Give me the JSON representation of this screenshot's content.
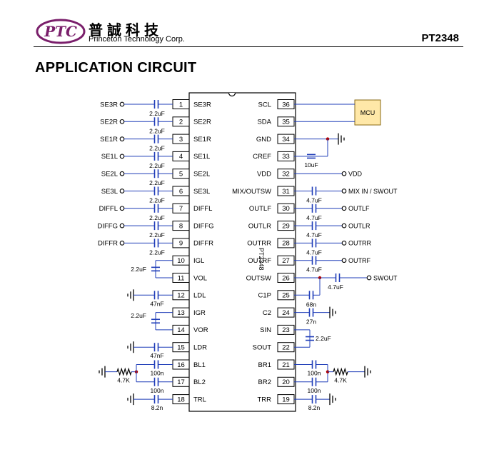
{
  "header": {
    "logo_text": "PTC",
    "company_cn": "普誠科技",
    "company_en": "Princeton Technology Corp.",
    "part_number": "PT2348"
  },
  "section_title": "APPLICATION CIRCUIT",
  "chip": {
    "name": "PT2348",
    "left_pins": [
      {
        "num": "1",
        "name": "SE3R"
      },
      {
        "num": "2",
        "name": "SE2R"
      },
      {
        "num": "3",
        "name": "SE1R"
      },
      {
        "num": "4",
        "name": "SE1L"
      },
      {
        "num": "5",
        "name": "SE2L"
      },
      {
        "num": "6",
        "name": "SE3L"
      },
      {
        "num": "7",
        "name": "DIFFL"
      },
      {
        "num": "8",
        "name": "DIFFG"
      },
      {
        "num": "9",
        "name": "DIFFR"
      },
      {
        "num": "10",
        "name": "IGL"
      },
      {
        "num": "11",
        "name": "VOL"
      },
      {
        "num": "12",
        "name": "LDL"
      },
      {
        "num": "13",
        "name": "IGR"
      },
      {
        "num": "14",
        "name": "VOR"
      },
      {
        "num": "15",
        "name": "LDR"
      },
      {
        "num": "16",
        "name": "BL1"
      },
      {
        "num": "17",
        "name": "BL2"
      },
      {
        "num": "18",
        "name": "TRL"
      }
    ],
    "right_pins": [
      {
        "num": "36",
        "name": "SCL"
      },
      {
        "num": "35",
        "name": "SDA"
      },
      {
        "num": "34",
        "name": "GND"
      },
      {
        "num": "33",
        "name": "CREF"
      },
      {
        "num": "32",
        "name": "VDD"
      },
      {
        "num": "31",
        "name": "MIX/OUTSW"
      },
      {
        "num": "30",
        "name": "OUTLF"
      },
      {
        "num": "29",
        "name": "OUTLR"
      },
      {
        "num": "28",
        "name": "OUTRR"
      },
      {
        "num": "27",
        "name": "OUTRF"
      },
      {
        "num": "26",
        "name": "OUTSW"
      },
      {
        "num": "25",
        "name": "C1P"
      },
      {
        "num": "24",
        "name": "C2"
      },
      {
        "num": "23",
        "name": "SIN"
      },
      {
        "num": "22",
        "name": "SOUT"
      },
      {
        "num": "21",
        "name": "BR1"
      },
      {
        "num": "20",
        "name": "BR2"
      },
      {
        "num": "19",
        "name": "TRR"
      }
    ]
  },
  "inputs": [
    {
      "label": "SE3R",
      "cap": "2.2uF"
    },
    {
      "label": "SE2R",
      "cap": "2.2uF"
    },
    {
      "label": "SE1R",
      "cap": "2.2uF"
    },
    {
      "label": "SE1L",
      "cap": "2.2uF"
    },
    {
      "label": "SE2L",
      "cap": "2.2uF"
    },
    {
      "label": "SE3L",
      "cap": "2.2uF"
    },
    {
      "label": "DIFFL",
      "cap": "2.2uF"
    },
    {
      "label": "DIFFG",
      "cap": "2.2uF"
    },
    {
      "label": "DIFFR",
      "cap": "2.2uF"
    }
  ],
  "outputs": [
    {
      "label": "MIX IN / SWOUT",
      "cap": "4.7uF"
    },
    {
      "label": "OUTLF",
      "cap": "4.7uF"
    },
    {
      "label": "OUTLR",
      "cap": "4.7uF"
    },
    {
      "label": "OUTRR",
      "cap": "4.7uF"
    },
    {
      "label": "OUTRF",
      "cap": "4.7uF"
    }
  ],
  "swout": {
    "label": "SWOUT",
    "cap": "4.7uF"
  },
  "vdd_label": "VDD",
  "mcu_label": "MCU",
  "cref_cap": "10uF",
  "left_components": {
    "vol_cap": "2.2uF",
    "ldl_cap": "47nF",
    "vor_cap": "2.2uF",
    "ldr_cap": "47nF",
    "bl1_cap": "100n",
    "bl2_cap": "100n",
    "bl_res": "4.7K",
    "trl_cap": "8.2n"
  },
  "right_components": {
    "c1p_cap": "68n",
    "c2_cap": "27n",
    "sin_cap": "2.2uF",
    "br1_cap": "100n",
    "br2_cap": "100n",
    "br_res": "4.7K",
    "trr_cap": "8.2n"
  },
  "colors": {
    "wire": "#1f3db8",
    "ink": "#000000",
    "mcu_fill": "#ffe8a8",
    "mcu_border": "#8a6a14",
    "node": "#b00000",
    "logo": "#7a1f6b"
  }
}
